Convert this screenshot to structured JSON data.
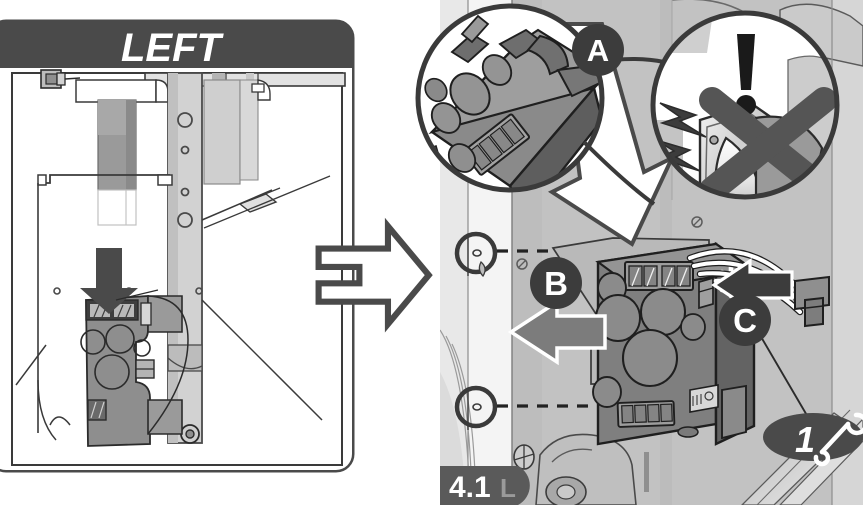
{
  "illustration": {
    "type": "service-repair-diagram",
    "title_left_panel": "LEFT",
    "step_badge": "4.1",
    "step_badge_suffix": "L",
    "tool_badge_number": "1",
    "tool_badge_icon": "wrench-icon"
  },
  "callouts": {
    "a": "A",
    "b": "B",
    "c": "C"
  },
  "warning": {
    "exclamation": "!",
    "prohibition_icon": "cross-x-icon",
    "hazard_icon": "electric-shock-icon"
  },
  "colors": {
    "header_dark": "#4a4a4a",
    "badge_dark": "#4a4a4a",
    "panel_bg": "#ffffff",
    "photo_bg": "#c9c9c9",
    "module_gray": "#8c8c8c",
    "module_dark": "#6e6e6e",
    "outline": "#1a1a1a",
    "arrow_gray": "#6e6e6e",
    "white": "#ffffff",
    "badge_suffix_gray": "#9a9a9a"
  },
  "panels": {
    "left_label": "LEFT",
    "right_label": "4.1"
  }
}
